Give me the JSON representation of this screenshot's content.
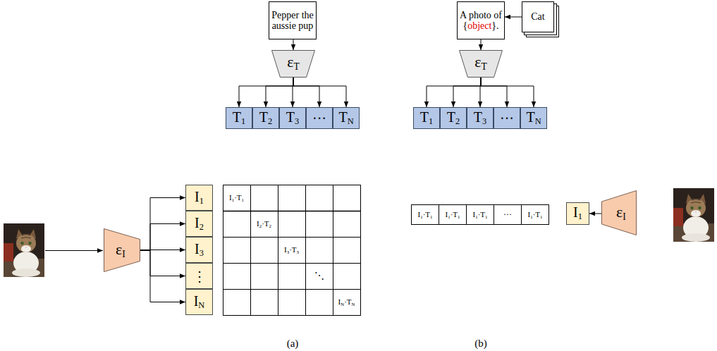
{
  "diagram": {
    "nodes": [
      {
        "text": [
          "Pepper the aussie pup"
        ]
      },
      {
        "text": [
          "εT"
        ]
      },
      {
        "text": [
          "T1"
        ]
      },
      {
        "text": [
          "T2"
        ]
      },
      {
        "text": [
          "T3"
        ]
      },
      {
        "text": [
          "···"
        ]
      },
      {
        "text": [
          "TN"
        ]
      },
      {
        "text": [
          "I1"
        ]
      },
      {
        "text": [
          "I2"
        ]
      },
      {
        "text": [
          "I3"
        ]
      },
      {
        "text": [
          "⋮"
        ]
      },
      {
        "text": [
          "IN"
        ]
      },
      {
        "text": [
          "εI"
        ]
      },
      {
        "text": [
          "A photo of {object}."
        ]
      },
      {
        "text": [
          "Cat"
        ]
      },
      {
        "text": [
          "εT"
        ]
      },
      {
        "text": [
          "T1"
        ]
      },
      {
        "text": [
          "T2"
        ]
      },
      {
        "text": [
          "T3"
        ]
      },
      {
        "text": [
          "···"
        ]
      },
      {
        "text": [
          "TN"
        ]
      },
      {
        "text": [
          "I1"
        ]
      },
      {
        "text": [
          "εI"
        ]
      }
    ],
    "edges": [
      {
        "from": 0,
        "to": 1,
        "arrow": "to"
      },
      {
        "from": 1,
        "to": 2,
        "arrow": "to"
      },
      {
        "from": 1,
        "to": 3,
        "arrow": "to"
      },
      {
        "from": 1,
        "to": 4,
        "arrow": "to"
      },
      {
        "from": 1,
        "to": 5,
        "arrow": "to"
      },
      {
        "from": 1,
        "to": 6,
        "arrow": "to"
      },
      {
        "from": 12,
        "to": 7,
        "arrow": "to"
      },
      {
        "from": 12,
        "to": 8,
        "arrow": "to"
      },
      {
        "from": 12,
        "to": 9,
        "arrow": "to"
      },
      {
        "from": 12,
        "to": 10,
        "arrow": "to"
      },
      {
        "from": 12,
        "to": 11,
        "arrow": "to"
      },
      {
        "from": 14,
        "to": 13,
        "arrow": "to"
      },
      {
        "from": 13,
        "to": 15,
        "arrow": "to"
      },
      {
        "from": 15,
        "to": 16,
        "arrow": "to"
      },
      {
        "from": 15,
        "to": 17,
        "arrow": "to"
      },
      {
        "from": 15,
        "to": 18,
        "arrow": "to"
      },
      {
        "from": 15,
        "to": 19,
        "arrow": "to"
      },
      {
        "from": 15,
        "to": 20,
        "arrow": "to"
      },
      {
        "from": 22,
        "to": 21,
        "arrow": "to"
      }
    ],
    "labels": [
      "I1·T1",
      "I2·T2",
      "I3·T3",
      "⋱",
      "IN·TN",
      "I1·T1",
      "I1·T1",
      "I1·T1",
      "···",
      "I1·T1",
      "(a)",
      "(b)"
    ]
  }
}
